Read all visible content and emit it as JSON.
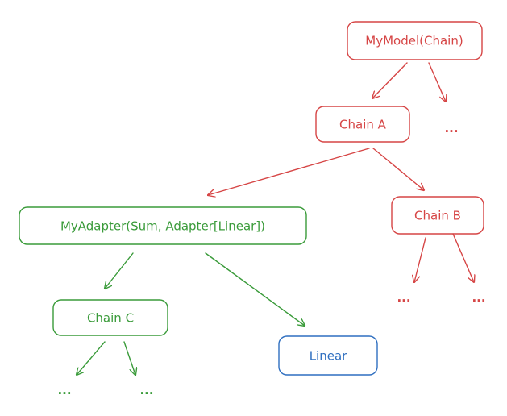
{
  "colors": {
    "red": "#d64545",
    "green": "#3a9b3a",
    "blue": "#2f6fc0"
  },
  "nodes": {
    "mymodel": "MyModel(Chain)",
    "chain_a": "Chain A",
    "chain_b": "Chain B",
    "myadapter": "MyAdapter(Sum, Adapter[Linear])",
    "chain_c": "Chain C",
    "linear": "Linear"
  },
  "ellipsis": "..."
}
